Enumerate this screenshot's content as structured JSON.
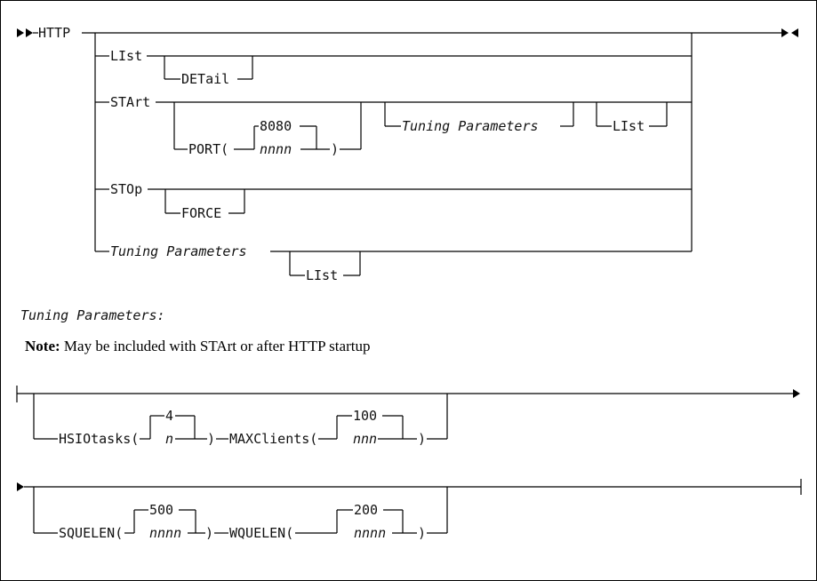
{
  "syntax": {
    "command": "HTTP",
    "list": "LIst",
    "detail": "DETail",
    "start": "STArt",
    "port_open": "PORT(",
    "port_default": "8080",
    "port_var": "nnnn",
    "port_close": ")",
    "tuning_ref": "Tuning Parameters",
    "start_list": "LIst",
    "stop": "STOp",
    "force": "FORCE",
    "tuning_option": "Tuning Parameters",
    "tuning_list": "LIst"
  },
  "fragment": {
    "heading": "Tuning Parameters:",
    "note_label": "Note:",
    "note_text": " May be included with STArt or after HTTP startup",
    "hsio_open": "HSIOtasks(",
    "hsio_default": "4",
    "hsio_var": "n",
    "hsio_close": ")",
    "maxc_open": "MAXClients(",
    "maxc_default": "100",
    "maxc_var": "nnn",
    "maxc_close": ")",
    "sque_open": "SQUELEN(",
    "sque_default": "500",
    "sque_var": "nnnn",
    "sque_close": ")",
    "wque_open": "WQUELEN(",
    "wque_default": "200",
    "wque_var": "nnnn",
    "wque_close": ")"
  }
}
